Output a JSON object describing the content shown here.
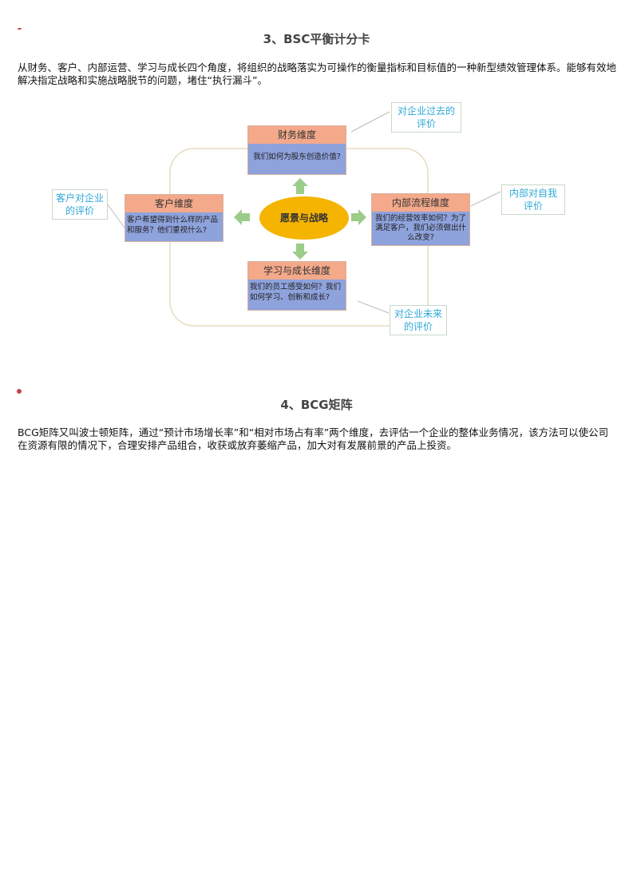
{
  "section3": {
    "title": "3、BSC平衡计分卡",
    "body": "从财务、客户、内部运营、学习与成长四个角度，将组织的战略落实为可操作的衡量指标和目标值的一种新型绩效管理体系。能够有效地解决指定战略和实施战略脱节的问题，堵住“执行漏斗”。"
  },
  "diagram": {
    "center": "愿景与战略",
    "finance": {
      "title": "财务维度",
      "question": "我们如何为股东创造价值?"
    },
    "customer": {
      "title": "客户维度",
      "question": "客户希望得到什么样的产品和服务？他们重视什么?"
    },
    "internal": {
      "title": "内部流程维度",
      "question": "我们的经营效率如何？为了满足客户，我们必须做出什么改变?"
    },
    "learning": {
      "title": "学习与成长维度",
      "question": "我们的员工感受如何？我们如何学习、创新和成长?"
    },
    "callouts": {
      "past": "对企业过去的评价",
      "self": "内部对自我评价",
      "customer": "客户对企业的评价",
      "future": "对企业未来的评价"
    }
  },
  "section4": {
    "title": "4、BCG矩阵",
    "body": "BCG矩阵又叫波士顿矩阵，通过“预计市场增长率”和“相对市场占有率”两个维度，去评估一个企业的整体业务情况，该方法可以使公司在资源有限的情况下，合理安排产品组合，收获或放弃萎缩产品，加大对有发展前景的产品上投资。"
  }
}
